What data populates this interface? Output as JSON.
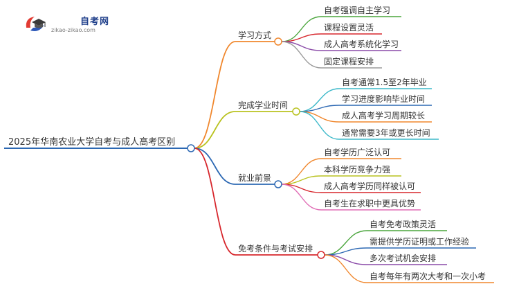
{
  "logo": {
    "name": "自考网",
    "url": "zikao-zikao.com"
  },
  "mindmap": {
    "root": "2025年华南农业大学自考与成人高考区别",
    "branches": [
      {
        "label": "学习方式",
        "color": "#f0872d",
        "children": [
          {
            "label": "自考强调自主学习",
            "color": "#4aa53c"
          },
          {
            "label": "课程设置灵活",
            "color": "#d7262c"
          },
          {
            "label": "成人高考系统化学习",
            "color": "#8a4aa8"
          },
          {
            "label": "固定课程安排",
            "color": "#9a9a9a"
          }
        ]
      },
      {
        "label": "完成学业时间",
        "color": "#b9c21f",
        "children": [
          {
            "label": "自考通常1.5至2年毕业",
            "color": "#3bb8c9"
          },
          {
            "label": "学习进度影响毕业时间",
            "color": "#2c68b3"
          },
          {
            "label": "成人高考学习周期较长",
            "color": "#f0872d"
          },
          {
            "label": "通常需要3年或更长时间",
            "color": "#3bb8c9"
          }
        ]
      },
      {
        "label": "就业前景",
        "color": "#2c68b3",
        "children": [
          {
            "label": "自考学历广泛认可",
            "color": "#f0872d"
          },
          {
            "label": "本科学历竞争力强",
            "color": "#b9c21f"
          },
          {
            "label": "成人高考学历同样被认可",
            "color": "#d7262c"
          },
          {
            "label": "自考生在求职中更具优势",
            "color": "#e06cb5"
          }
        ]
      },
      {
        "label": "免考条件与考试安排",
        "color": "#d7262c",
        "children": [
          {
            "label": "自考免考政策灵活",
            "color": "#4aa53c"
          },
          {
            "label": "需提供学历证明或工作经验",
            "color": "#2c68b3"
          },
          {
            "label": "多次考试机会安排",
            "color": "#8a4aa8"
          },
          {
            "label": "自考每年有两次大考和一次小考",
            "color": "#f0872d"
          }
        ]
      }
    ]
  }
}
